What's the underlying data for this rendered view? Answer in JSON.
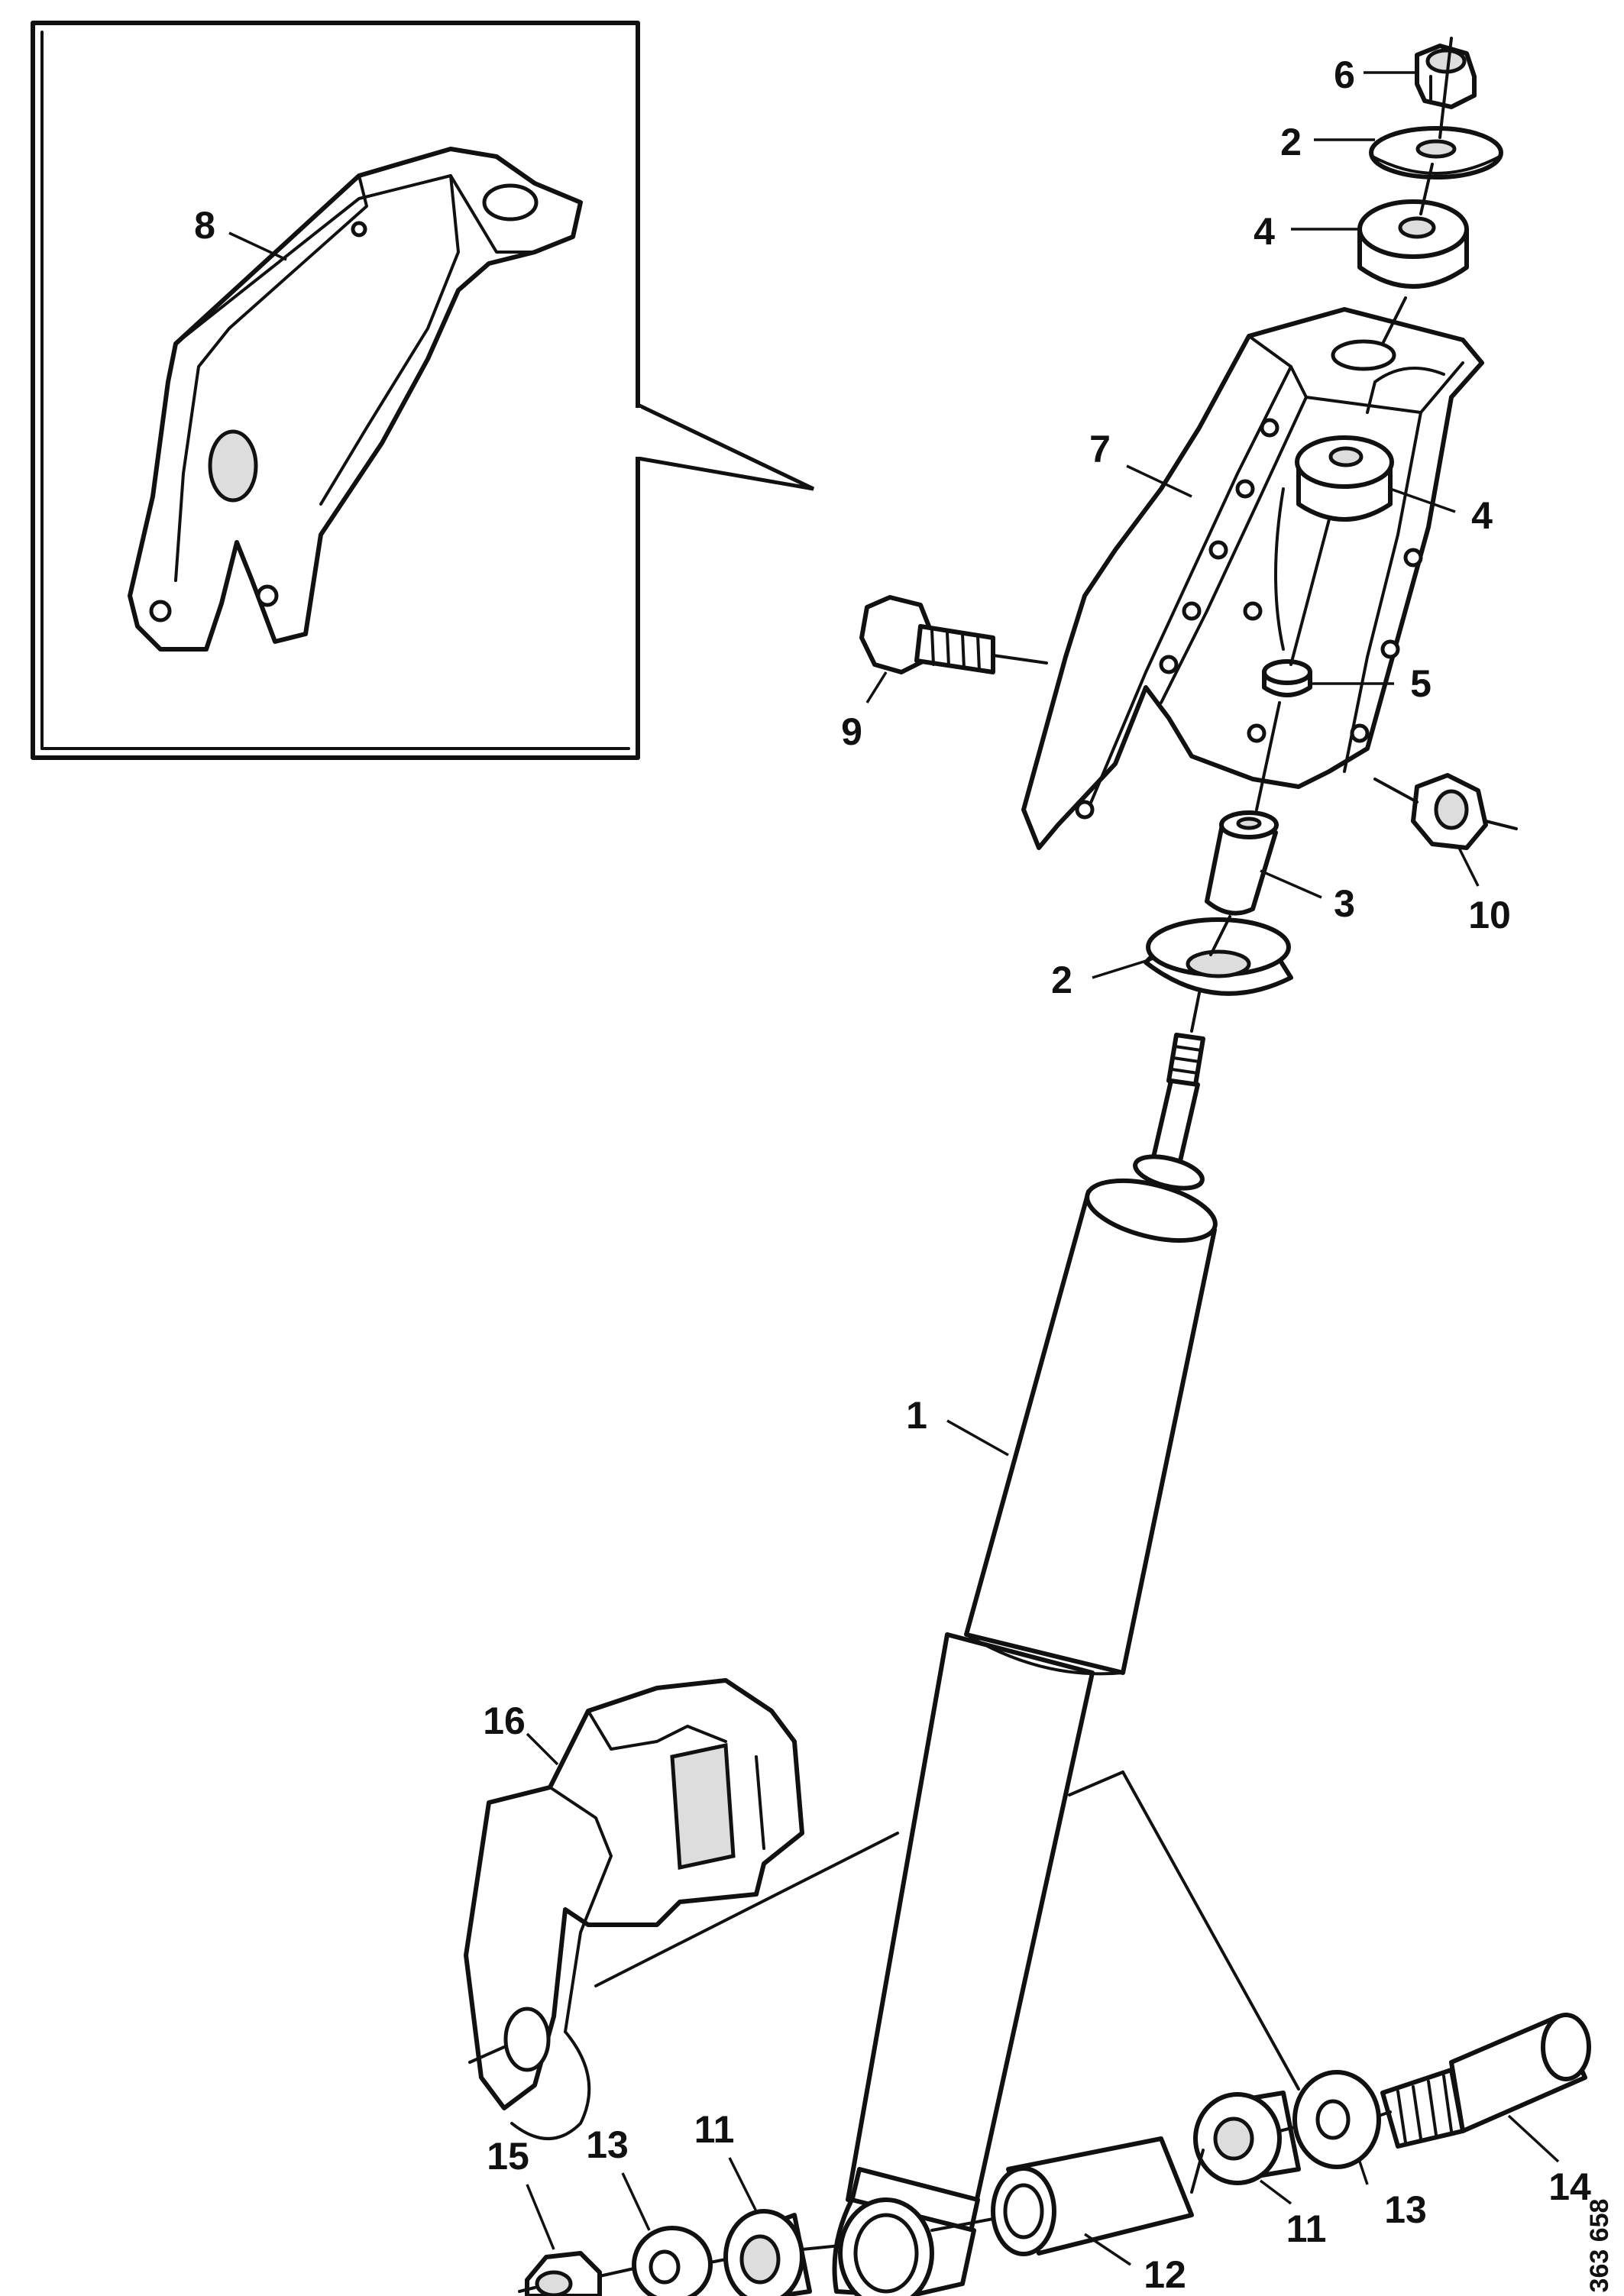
{
  "figure": {
    "document_number": "363 658",
    "callouts": [
      {
        "id": "c6",
        "label": "6"
      },
      {
        "id": "c2top",
        "label": "2"
      },
      {
        "id": "c4top",
        "label": "4"
      },
      {
        "id": "c8",
        "label": "8"
      },
      {
        "id": "c7",
        "label": "7"
      },
      {
        "id": "c4mid",
        "label": "4"
      },
      {
        "id": "c5",
        "label": "5"
      },
      {
        "id": "c9",
        "label": "9"
      },
      {
        "id": "c10",
        "label": "10"
      },
      {
        "id": "c3",
        "label": "3"
      },
      {
        "id": "c2mid",
        "label": "2"
      },
      {
        "id": "c1",
        "label": "1"
      },
      {
        "id": "c16",
        "label": "16"
      },
      {
        "id": "c14",
        "label": "14"
      },
      {
        "id": "c13r",
        "label": "13"
      },
      {
        "id": "c11r",
        "label": "11"
      },
      {
        "id": "c12",
        "label": "12"
      },
      {
        "id": "c11l",
        "label": "11"
      },
      {
        "id": "c13l",
        "label": "13"
      },
      {
        "id": "c15",
        "label": "15"
      }
    ]
  }
}
